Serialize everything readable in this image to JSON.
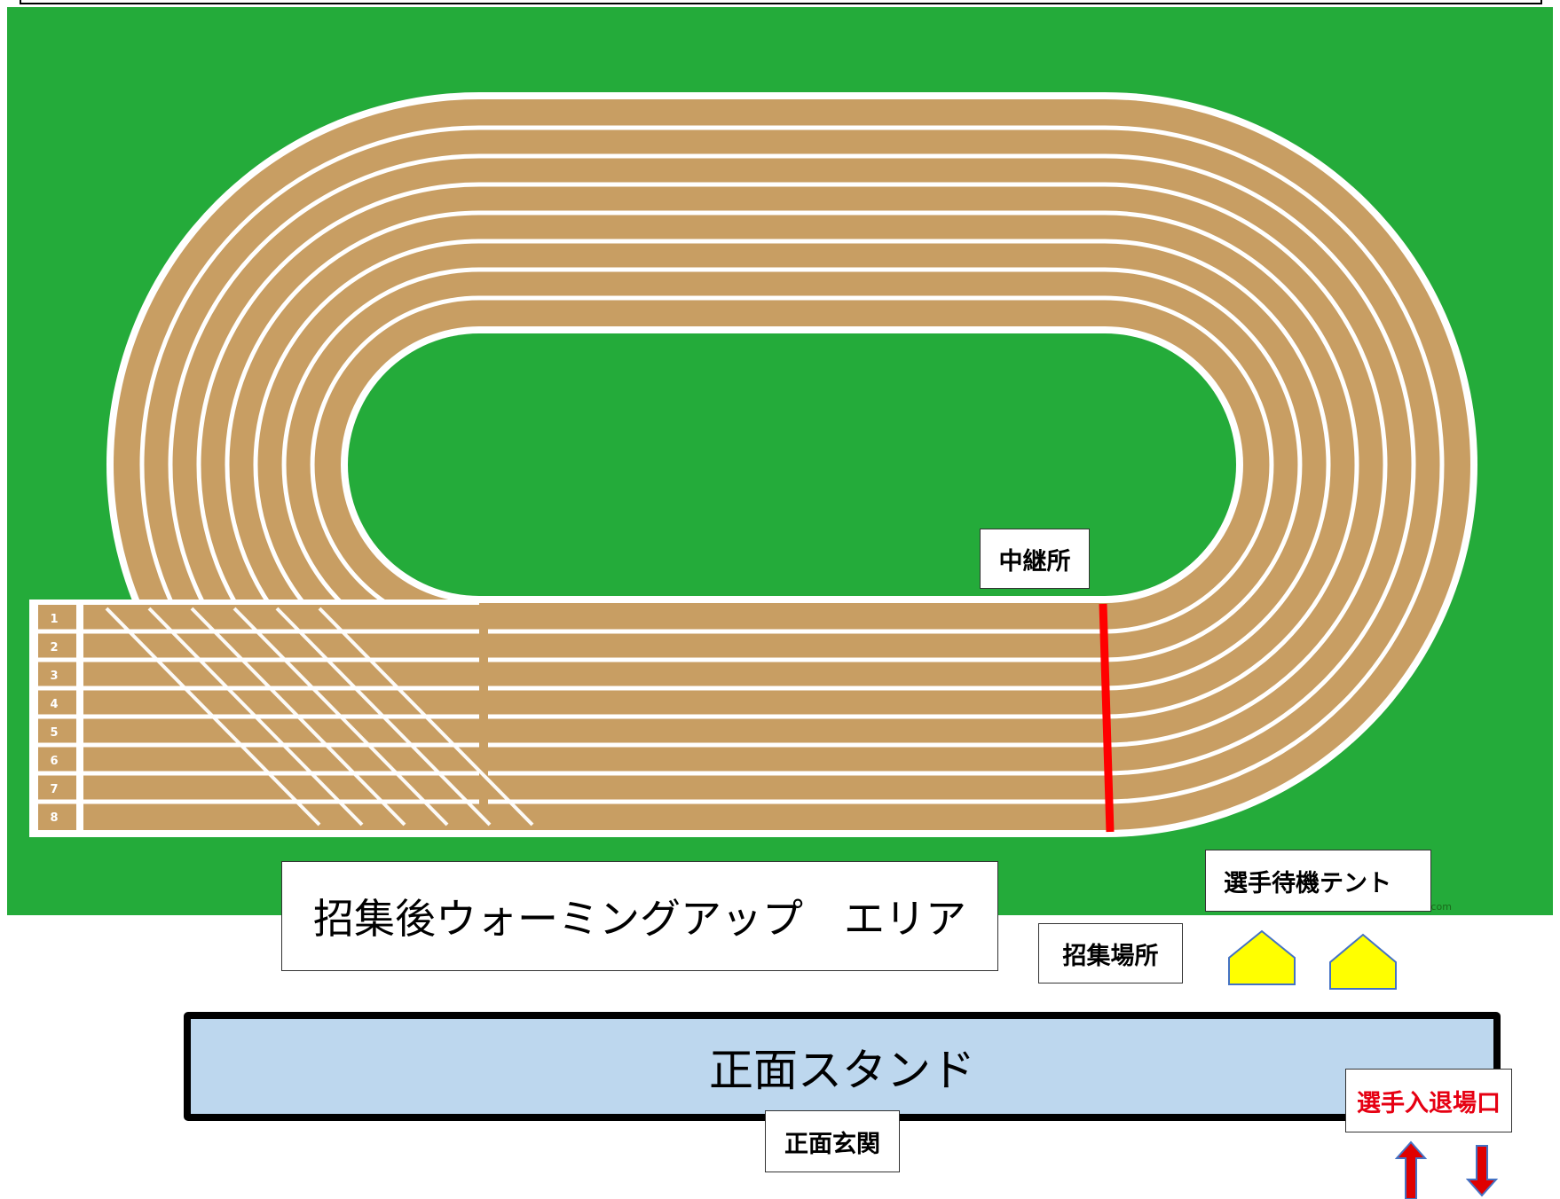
{
  "map": {
    "relay_zone_label": "中継所",
    "tent_label": "選手待機テント",
    "callup_label": "招集場所",
    "warmup_area_label": "招集後ウォーミングアップ　エリア",
    "main_stand_label": "正面スタンド",
    "main_entrance_label": "正面玄関",
    "athlete_gate_label": "選手入退場口",
    "lane_numbers": [
      "1",
      "2",
      "3",
      "4",
      "5",
      "6",
      "7",
      "8"
    ],
    "watermark": "ardbox.blogspot.com"
  },
  "colors": {
    "field_green": "#24ab3a",
    "track_tan": "#c89e63",
    "line_white": "#ffffff",
    "relay_line_red": "#ff0000",
    "stand_blue": "#bdd7ee",
    "tent_yellow": "#ffff00",
    "tent_outline": "#4472c4",
    "gate_text_red": "#e60012"
  },
  "icons": {
    "tent": "tent-icon",
    "entry_arrow": "up-arrow-icon",
    "exit_arrow": "down-arrow-icon"
  }
}
